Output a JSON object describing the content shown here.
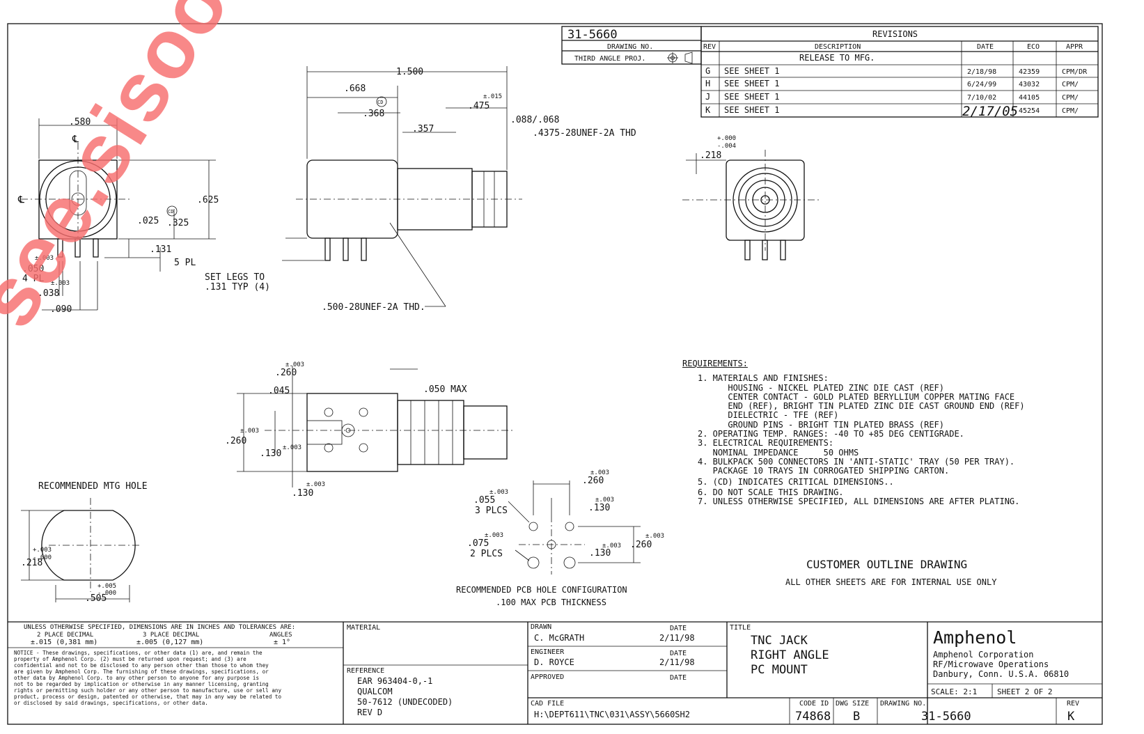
{
  "drawing_no": "31-5660",
  "drawing_no_label": "DRAWING NO.",
  "projection": "THIRD ANGLE PROJ.",
  "revisions": {
    "title": "REVISIONS",
    "headers": [
      "REV",
      "DESCRIPTION",
      "DATE",
      "ECO",
      "APPR"
    ],
    "release_row": "RELEASE TO MFG.",
    "rows": [
      {
        "rev": "G",
        "desc": "SEE SHEET 1",
        "date": "2/18/98",
        "eco": "42359",
        "appr": "CPM/DR"
      },
      {
        "rev": "H",
        "desc": "SEE SHEET 1",
        "date": "6/24/99",
        "eco": "43032",
        "appr": "CPM/"
      },
      {
        "rev": "J",
        "desc": "SEE SHEET 1",
        "date": "7/10/02",
        "eco": "44105",
        "appr": "CPM/"
      },
      {
        "rev": "K",
        "desc": "SEE SHEET 1",
        "date": "2/17/05",
        "eco": "45254",
        "appr": "CPM/"
      }
    ]
  },
  "dims": {
    "d580": ".580",
    "cl": "℄",
    "d625": ".625",
    "d025": ".025",
    "d325": ".325",
    "d131": ".131",
    "pl5": "5 PL",
    "d050": ".050",
    "pl4": "4 PL",
    "tol003": "±.003",
    "d038": ".038",
    "d090": ".090",
    "d1500": "1.500",
    "d668": ".668",
    "d368": ".368",
    "d357": ".357",
    "d475": ".475",
    "tol015": "±.015",
    "d088": ".088/.068",
    "thd4375": ".4375-28UNEF-2A THD",
    "setlegs1": "SET LEGS TO",
    "setlegs2": ".131 TYP (4)",
    "thd500": ".500-28UNEF-2A THD.",
    "d218": ".218",
    "tolp000": "+.000",
    "tolm004": "-.004",
    "d260": ".260",
    "d045": ".045",
    "d050max": ".050 MAX",
    "d130": ".130",
    "mtg_title": "RECOMMENDED MTG HOLE",
    "tolp003": "+.003",
    "tolm000": "-.000",
    "tolp005": "+.005",
    "d505": ".505",
    "d055": ".055",
    "plcs3": "3 PLCS",
    "d075": ".075",
    "plcs2": "2 PLCS",
    "pcb_title1": "RECOMMENDED PCB HOLE CONFIGURATION",
    "pcb_title2": ".100 MAX PCB THICKNESS",
    "cd": "CD"
  },
  "requirements": {
    "heading": "REQUIREMENTS:",
    "lines": [
      "1. MATERIALS AND FINISHES:",
      "      HOUSING - NICKEL PLATED ZINC DIE CAST (REF)",
      "      CENTER CONTACT - GOLD PLATED BERYLLIUM COPPER MATING FACE",
      "      END (REF), BRIGHT TIN PLATED ZINC DIE CAST GROUND END (REF)",
      "      DIELECTRIC - TFE (REF)",
      "      GROUND PINS - BRIGHT TIN PLATED BRASS (REF)",
      "2. OPERATING TEMP. RANGES: -40 TO +85 DEG CENTIGRADE.",
      "3. ELECTRICAL REQUIREMENTS:",
      "   NOMINAL IMPEDANCE     50 OHMS",
      "4. BULKPACK 500 CONNECTORS IN 'ANTI-STATIC' TRAY (50 PER TRAY).",
      "   PACKAGE 10 TRAYS IN CORROGATED SHIPPING CARTON.",
      "5. (CD) INDICATES CRITICAL DIMENSIONS..",
      "6. DO NOT SCALE THIS DRAWING.",
      "7. UNLESS OTHERWISE SPECIFIED, ALL DIMENSIONS ARE AFTER PLATING."
    ]
  },
  "customer": {
    "title": "CUSTOMER OUTLINE DRAWING",
    "subtitle": "ALL OTHER SHEETS ARE FOR INTERNAL USE ONLY"
  },
  "titleblock": {
    "tol_heading": "UNLESS OTHERWISE SPECIFIED, DIMENSIONS ARE IN INCHES AND TOLERANCES ARE:",
    "tol_2place": "2 PLACE DECIMAL",
    "tol_3place": "3 PLACE DECIMAL",
    "tol_angles": "ANGLES",
    "tol_2val": "±.015   (0,381 mm)",
    "tol_3val": "±.005   (0,127 mm)",
    "tol_angval": "± 1°",
    "notice": [
      "NOTICE - These drawings, specifications, or other data (1) are, and remain the",
      "property of Amphenol Corp. (2) must be returned upon request; and (3) are",
      "confidential and not to be disclosed to any person other than those to whom they",
      "are given by Amphenol Corp. The furnishing of these drawings, specifications, or",
      "other data by Amphenol Corp. to any other person to anyone for any purpose is",
      "not to be regarded by implication or otherwise in any manner licensing, granting",
      "rights or permitting such holder or any other person to manufacture, use or sell any",
      "product, process or design, patented or otherwise, that may in any way be related to",
      "or disclosed by said drawings, specifications, or other data."
    ],
    "material_label": "MATERIAL",
    "reference_label": "REFERENCE",
    "reference": [
      "EAR 963404-0,-1",
      "QUALCOM",
      "50-7612 (UNDECODED)",
      "REV D"
    ],
    "drawn_label": "DRAWN",
    "drawn_by": "C. McGRATH",
    "date_label": "DATE",
    "drawn_date": "2/11/98",
    "engineer_label": "ENGINEER",
    "engineer": "D. ROYCE",
    "engineer_date": "2/11/98",
    "approved_label": "APPROVED",
    "cad_label": "CAD FILE",
    "cad_file": "H:\\DEPT611\\TNC\\031\\ASSY\\5660SH2",
    "title_label": "TITLE",
    "title": [
      "TNC JACK",
      "RIGHT ANGLE",
      "PC MOUNT"
    ],
    "company": "Amphenol",
    "company_lines": [
      "Amphenol Corporation",
      "RF/Microwave Operations",
      "Danbury, Conn.   U.S.A.   06810"
    ],
    "scale": "SCALE: 2:1",
    "sheet": "SHEET  2    OF  2",
    "code_label": "CODE ID",
    "code": "74868",
    "dwgsize_label": "DWG SIZE",
    "dwgsize": "B",
    "dwgno_label": "DRAWING NO.",
    "dwgno": "31-5660",
    "rev_label": "REV",
    "rev": "K"
  },
  "watermark": "see.sisoog.com"
}
